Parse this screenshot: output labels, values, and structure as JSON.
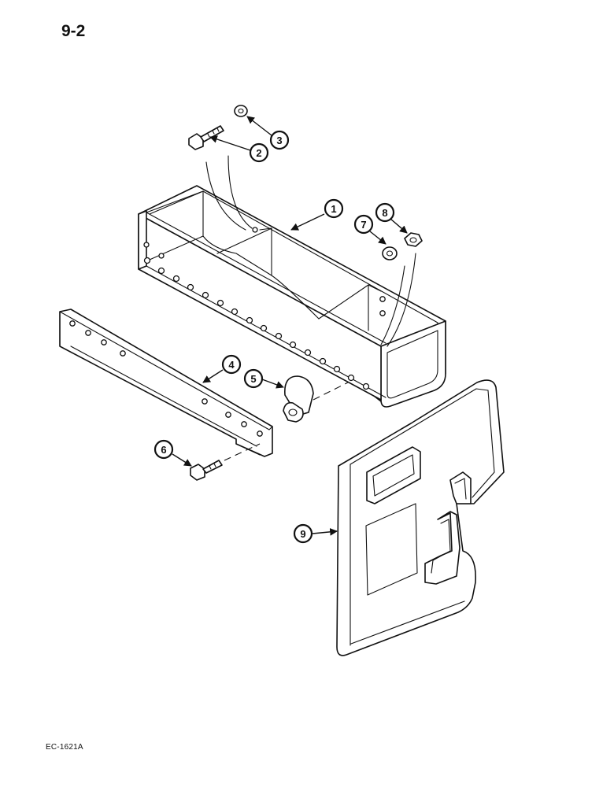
{
  "page": {
    "number": "9-2",
    "figure_code": "EC-1621A"
  },
  "callouts": [
    {
      "id": "c1",
      "label": "1"
    },
    {
      "id": "c2",
      "label": "2"
    },
    {
      "id": "c3",
      "label": "3"
    },
    {
      "id": "c4",
      "label": "4"
    },
    {
      "id": "c5",
      "label": "5"
    },
    {
      "id": "c6",
      "label": "6"
    },
    {
      "id": "c7",
      "label": "7"
    },
    {
      "id": "c8",
      "label": "8"
    },
    {
      "id": "c9",
      "label": "9"
    }
  ],
  "colors": {
    "ink": "#111111",
    "paper": "#ffffff"
  }
}
